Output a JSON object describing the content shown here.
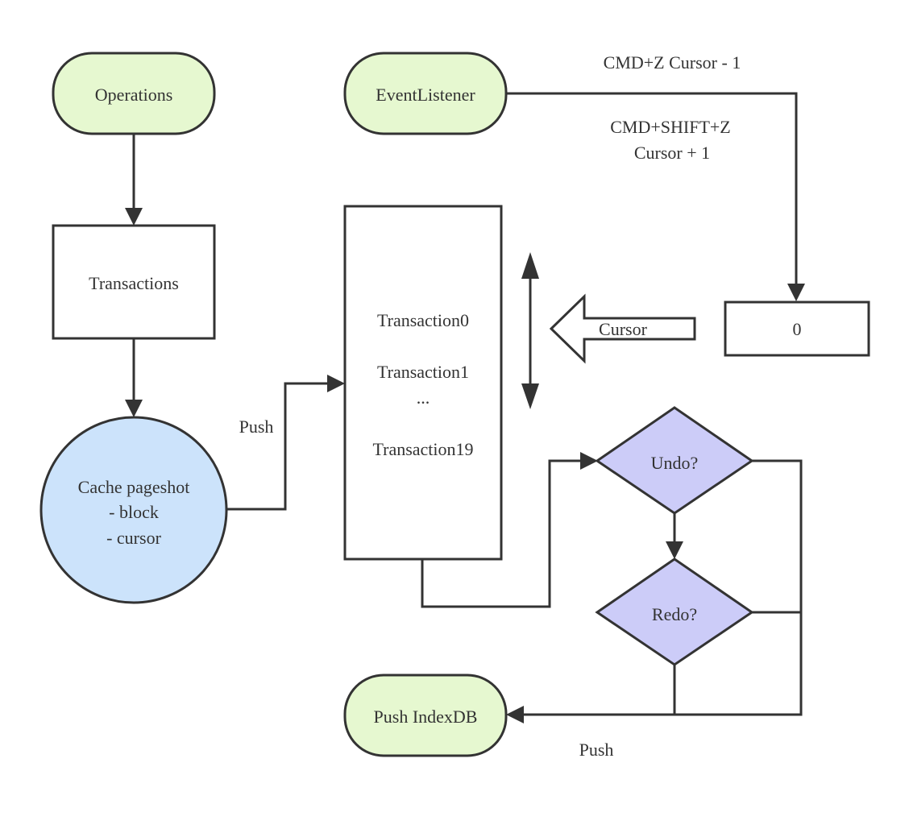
{
  "colors": {
    "stroke": "#333333",
    "terminal_fill": "#e6f8d0",
    "process_fill": "#ffffff",
    "cache_fill": "#cce3fb",
    "decision_fill": "#ccccf8",
    "text": "#333333"
  },
  "nodes": {
    "operations": "Operations",
    "event_listener": "EventListener",
    "transactions": "Transactions",
    "cache_line1": "Cache pageshot",
    "cache_line2": "- block",
    "cache_line3": "- cursor",
    "stack_item0": "Transaction0",
    "stack_item1": "Transaction1",
    "stack_ellipsis": "...",
    "stack_item19": "Transaction19",
    "cursor_pointer": "Cursor",
    "cursor_value": "0",
    "undo": "Undo?",
    "redo": "Redo?",
    "push_indexdb": "Push IndexDB"
  },
  "edge_labels": {
    "cmd_z": "CMD+Z Cursor - 1",
    "cmd_shift_z_line1": "CMD+SHIFT+Z",
    "cmd_shift_z_line2": "Cursor + 1",
    "push_to_stack": "Push",
    "push_to_db": "Push"
  }
}
